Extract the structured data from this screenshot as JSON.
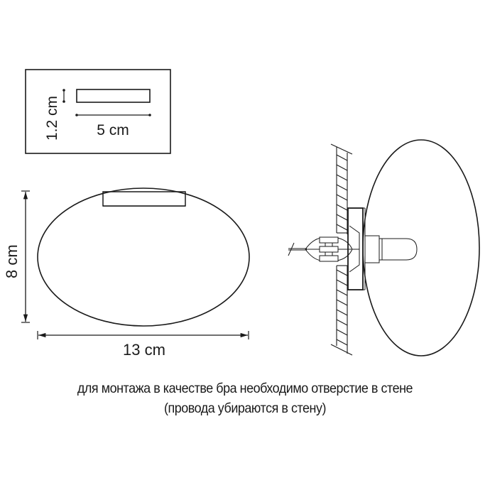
{
  "diagram": {
    "mount_plate_detail": {
      "height_label": "1.2 cm",
      "width_label": "5 cm"
    },
    "front_view": {
      "height_label": "8 cm",
      "width_label": "13 cm"
    },
    "side_view": {
      "components": [
        "wall",
        "mounting-plate",
        "wire-connector",
        "lamp-socket",
        "bulb",
        "glass-shade"
      ]
    },
    "colors": {
      "line": "#1a1a1a",
      "background": "#ffffff"
    }
  },
  "caption": {
    "line1": "для монтажа в качестве бра необходимо отверстие в стене",
    "line2": "(провода убираются в стену)"
  }
}
